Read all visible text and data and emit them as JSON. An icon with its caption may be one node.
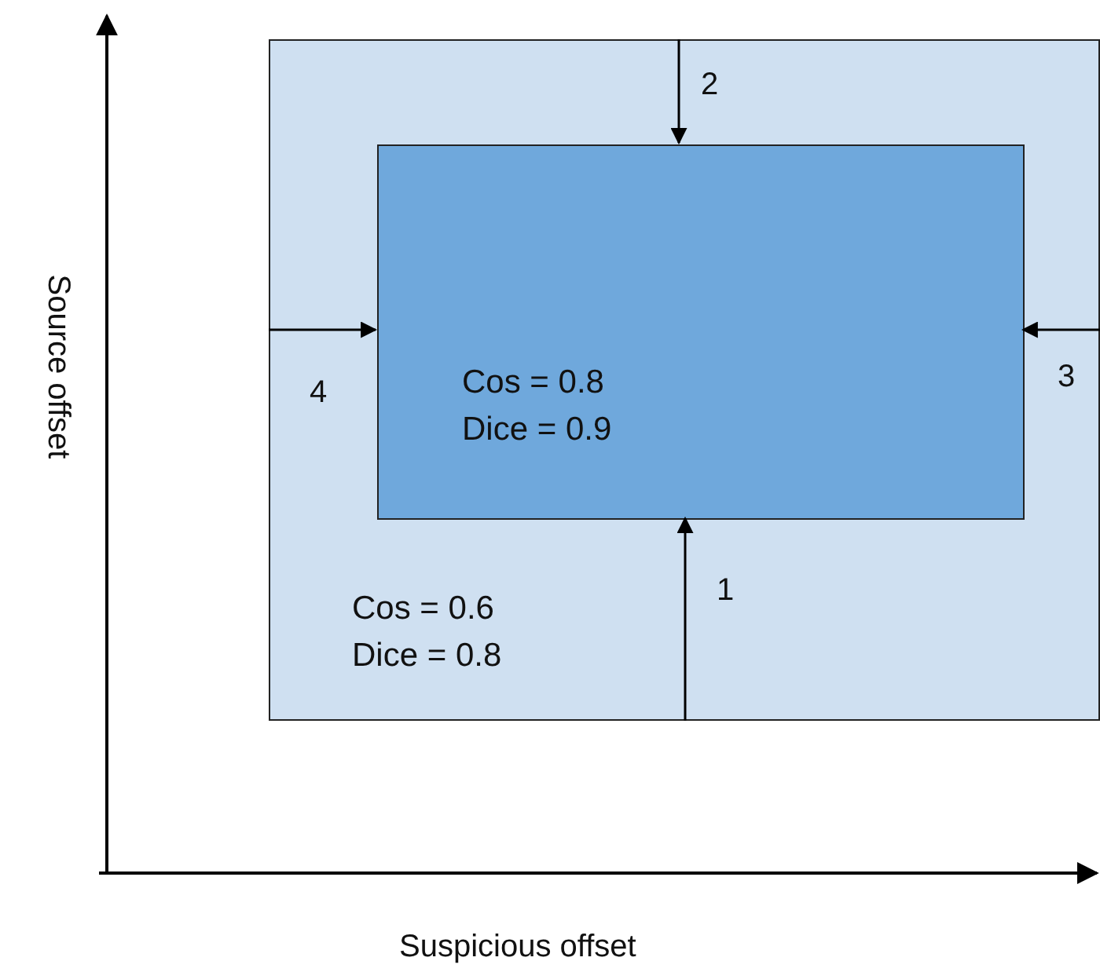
{
  "diagram": {
    "nodes": [
      {
        "text": [
          "Cos = 0.6 Dice = 0.8"
        ]
      },
      {
        "text": [
          "Cos = 0.8 Dice = 0.9"
        ],
        "in": 0
      }
    ],
    "edges": [
      {
        "from": 0,
        "to": 1,
        "arrow": "to",
        "label": "2"
      },
      {
        "from": 0,
        "to": 1,
        "arrow": "to",
        "label": "4"
      },
      {
        "from": 0,
        "to": 1,
        "arrow": "to",
        "label": "3"
      },
      {
        "from": 0,
        "to": 1,
        "arrow": "to",
        "label": "1"
      }
    ],
    "labels": [
      "Source offset",
      "Suspicious offset"
    ]
  }
}
